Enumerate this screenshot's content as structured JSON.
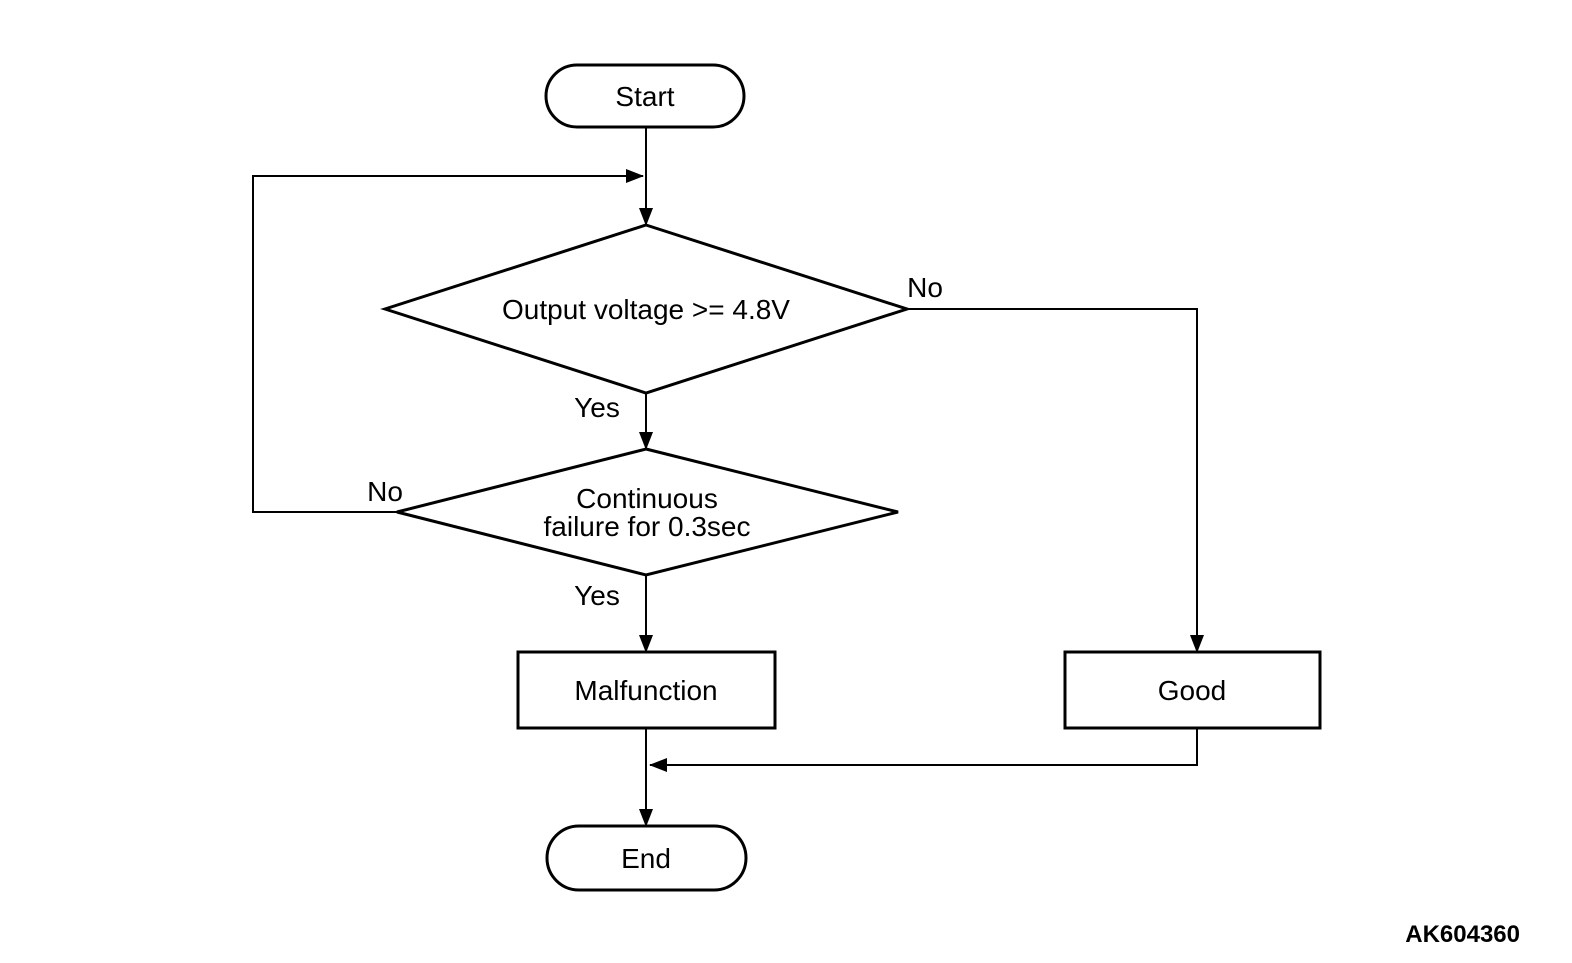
{
  "page": {
    "background_color": "#ffffff",
    "line_color": "#000000",
    "text_color": "#000000"
  },
  "flowchart": {
    "nodes": {
      "start": {
        "type": "terminator",
        "label": "Start"
      },
      "decision_voltage": {
        "type": "decision",
        "label": "Output voltage >= 4.8V"
      },
      "decision_failure": {
        "type": "decision",
        "label_line1": "Continuous",
        "label_line2": "failure for 0.3sec"
      },
      "malfunction": {
        "type": "process",
        "label": "Malfunction"
      },
      "good": {
        "type": "process",
        "label": "Good"
      },
      "end": {
        "type": "terminator",
        "label": "End"
      }
    },
    "edge_labels": {
      "voltage_no": "No",
      "voltage_yes": "Yes",
      "failure_no": "No",
      "failure_yes": "Yes"
    },
    "figure_id": "AK604360"
  }
}
